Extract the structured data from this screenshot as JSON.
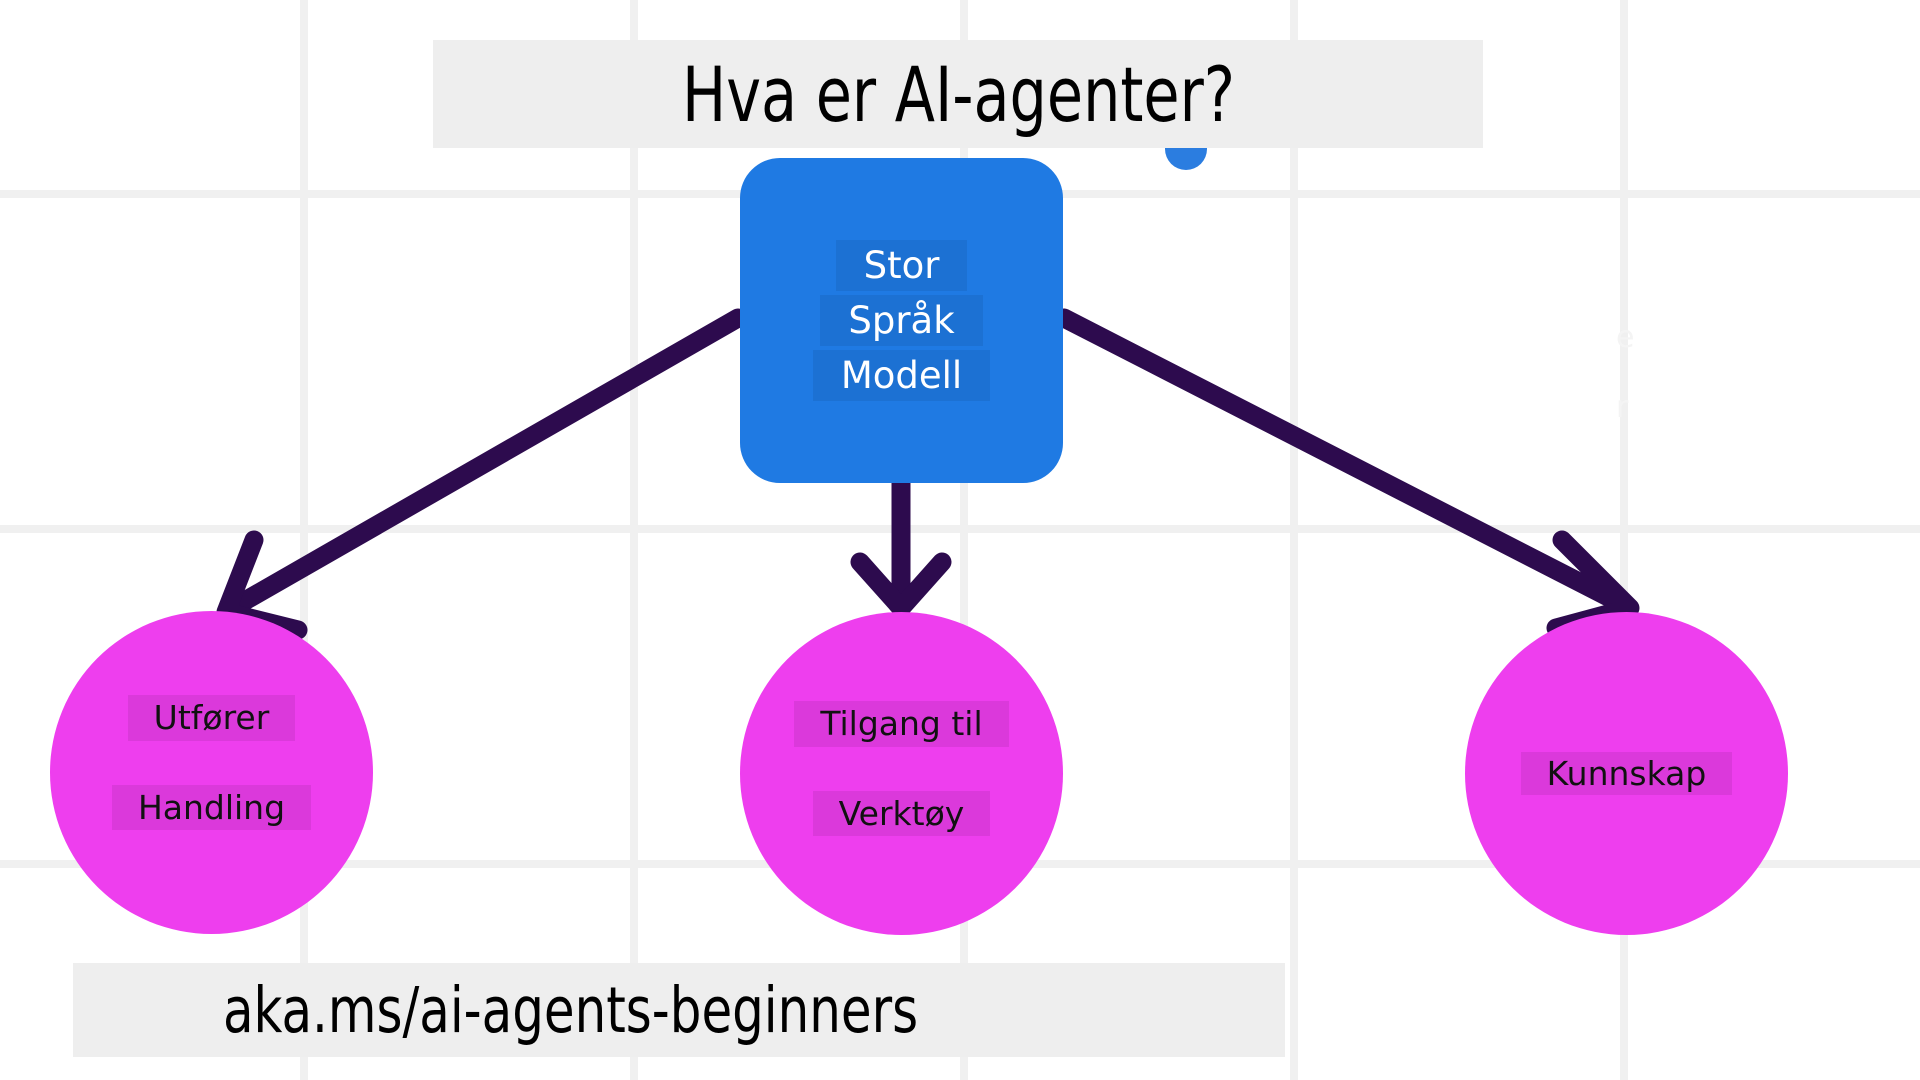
{
  "slide": {
    "title": "Hva er AI-agenter?",
    "footer_url": "aka.ms/ai-agents-beginners",
    "background_color": "#ffffff",
    "grid_color": "#f0f0f0",
    "banner_color": "#eeeeee"
  },
  "diagram": {
    "type": "hub-and-spoke",
    "accent_colors": {
      "hub": "#1f7ae3",
      "leaf": "#ee3eee",
      "arrow": "#2d0b4e"
    },
    "hub": {
      "name": "Stor Språk Modell",
      "lines": [
        "Stor",
        "Språk",
        "Modell"
      ]
    },
    "leaves": [
      {
        "name": "Utfører Handling",
        "lines": [
          "Utfører",
          "Handling"
        ]
      },
      {
        "name": "Tilgang til Verktøy",
        "lines": [
          "Tilgang til",
          "Verktøy"
        ]
      },
      {
        "name": "Kunnskap",
        "lines": [
          "Kunnskap"
        ]
      }
    ],
    "connectors": [
      {
        "from": "Stor Språk Modell",
        "to": "Utfører Handling",
        "direction": "down-left"
      },
      {
        "from": "Stor Språk Modell",
        "to": "Tilgang til Verktøy",
        "direction": "down"
      },
      {
        "from": "Stor Språk Modell",
        "to": "Kunnskap",
        "direction": "down-right"
      }
    ]
  },
  "grid": {
    "vertical_x": [
      300,
      630,
      960,
      1290,
      1620
    ],
    "horizontal_y": [
      190,
      525,
      860
    ]
  }
}
